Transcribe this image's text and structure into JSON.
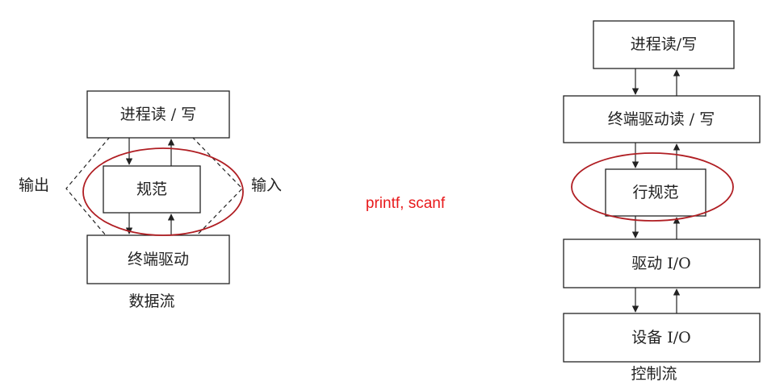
{
  "left_diagram": {
    "top_box": "进程读 / 写",
    "middle_box": "规范",
    "bottom_box": "终端驱动",
    "left_label": "输出",
    "right_label": "输入",
    "caption": "数据流"
  },
  "center_label": "printf, scanf",
  "right_diagram": {
    "box1": "进程读/写",
    "box2": "终端驱动读 / 写",
    "box3": "行规范",
    "box4": "驱动 I/O",
    "box5": "设备 I/O",
    "caption": "控制流"
  },
  "colors": {
    "highlight_ellipse": "#b01e23",
    "center_label_text": "#e8191b",
    "line": "#222222"
  }
}
